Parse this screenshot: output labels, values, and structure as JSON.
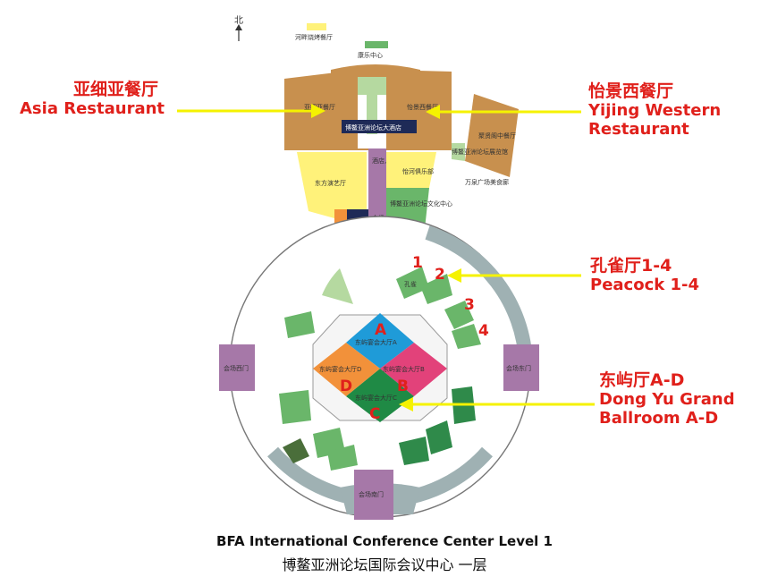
{
  "compass": {
    "label": "北"
  },
  "callouts": {
    "asia": {
      "cn": "亚细亚餐厅",
      "en": "Asia Restaurant"
    },
    "yijing": {
      "cn": "怡景西餐厅",
      "en_line1": "Yijing Western",
      "en_line2": "Restaurant"
    },
    "peacock": {
      "cn": "孔雀厅1-4",
      "en": "Peacock 1-4"
    },
    "dongyu": {
      "cn": "东屿厅A-D",
      "en_line1": "Dong Yu Grand",
      "en_line2": "Ballroom A-D"
    }
  },
  "map_labels": {
    "river_bbq": "河畔烧烤餐厅",
    "entertainment": "康乐中心",
    "asia_rest_small": "亚细亚餐厅",
    "yijing_small": "怡景西餐厅",
    "hotel_name": "博鳌亚洲论坛大酒店",
    "hotel_entrance": "酒店入口",
    "conf_north_gate": "会场北门",
    "east_arts_hall": "东方演艺厅",
    "yihe_club": "怡河俱乐部",
    "culture_center": "博鳌亚洲论坛文化中心",
    "juxian_rest": "聚贤阁中餐厅",
    "exhibition_hall": "博鳌亚洲论坛展览馆",
    "wanquan_food": "万泉广场美食廊",
    "west_gate": "会场西门",
    "east_gate": "会场东门",
    "south_gate": "会场南门",
    "ballroom_a": "东屿宴会大厅A",
    "ballroom_b": "东屿宴会大厅B",
    "ballroom_c": "东屿宴会大厅C",
    "ballroom_d": "东屿宴会大厅D",
    "peacock_room": "孔雀"
  },
  "room_markers": {
    "a": "A",
    "b": "B",
    "c": "C",
    "d": "D",
    "p1": "1",
    "p2": "2",
    "p3": "3",
    "p4": "4"
  },
  "caption": {
    "en": "BFA International Conference Center  Level 1",
    "cn": "博鳌亚洲论坛国际会议中心   一层"
  },
  "colors": {
    "hotel_brown": "#c8904e",
    "yellow": "#fff27a",
    "light_green": "#b5d9a0",
    "mid_green": "#6ab66a",
    "dark_green": "#2f8a4a",
    "purple": "#a678a8",
    "gray_ring": "#9fb1b3",
    "ballroom_a": "#1f9bd8",
    "ballroom_b": "#e2427a",
    "ballroom_c": "#1f8a45",
    "ballroom_d": "#f2913a",
    "arrow": "#f5f200",
    "callout_red": "#e0201b"
  }
}
